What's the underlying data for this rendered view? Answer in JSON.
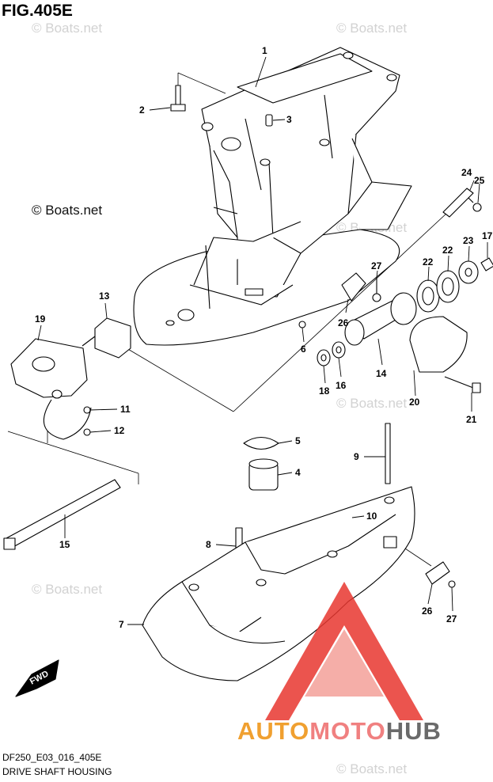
{
  "figure": {
    "title": "FIG.405E",
    "code": "DF250_E03_016_405E",
    "caption": "DRIVE SHAFT HOUSING"
  },
  "watermark": {
    "text": "© Boats.net"
  },
  "brand": {
    "part1": "AUTO",
    "part2": "MOTO",
    "part3": "HUB",
    "colors": {
      "part1": "#f0a030",
      "part2": "#f08080",
      "part3": "#6a6a6a"
    }
  },
  "fwd": {
    "label": "FWD"
  },
  "callouts": [
    {
      "id": "c1",
      "text": "1"
    },
    {
      "id": "c2",
      "text": "2"
    },
    {
      "id": "c3",
      "text": "3"
    },
    {
      "id": "c24",
      "text": "24"
    },
    {
      "id": "c25",
      "text": "25"
    },
    {
      "id": "c22a",
      "text": "22"
    },
    {
      "id": "c22b",
      "text": "22"
    },
    {
      "id": "c23",
      "text": "23"
    },
    {
      "id": "c17",
      "text": "17"
    },
    {
      "id": "c27a",
      "text": "27"
    },
    {
      "id": "c26a",
      "text": "26"
    },
    {
      "id": "c13",
      "text": "13"
    },
    {
      "id": "c19",
      "text": "19"
    },
    {
      "id": "c6",
      "text": "6"
    },
    {
      "id": "c18",
      "text": "18"
    },
    {
      "id": "c16",
      "text": "16"
    },
    {
      "id": "c14",
      "text": "14"
    },
    {
      "id": "c20",
      "text": "20"
    },
    {
      "id": "c21",
      "text": "21"
    },
    {
      "id": "c11",
      "text": "11"
    },
    {
      "id": "c12",
      "text": "12"
    },
    {
      "id": "c5",
      "text": "5"
    },
    {
      "id": "c4",
      "text": "4"
    },
    {
      "id": "c9",
      "text": "9"
    },
    {
      "id": "c10",
      "text": "10"
    },
    {
      "id": "c8",
      "text": "8"
    },
    {
      "id": "c15",
      "text": "15"
    },
    {
      "id": "c7",
      "text": "7"
    },
    {
      "id": "c26b",
      "text": "26"
    },
    {
      "id": "c27b",
      "text": "27"
    }
  ]
}
